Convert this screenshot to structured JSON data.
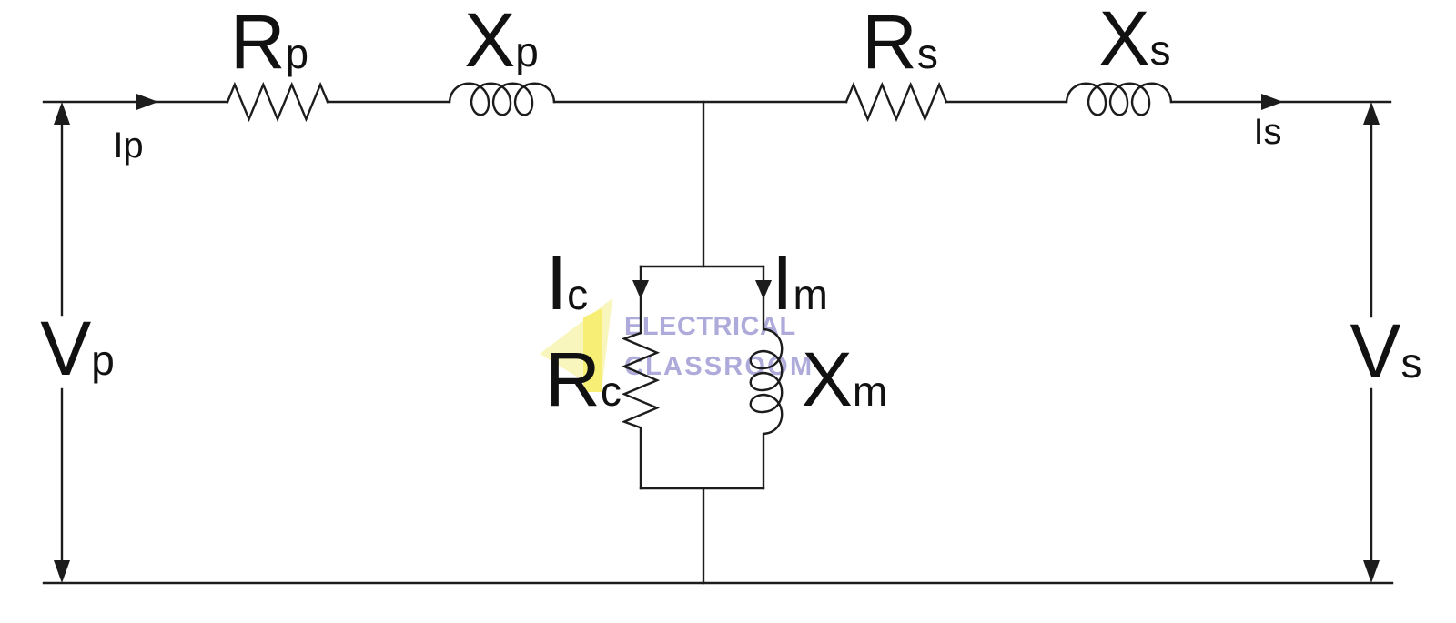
{
  "colors": {
    "wire": "#1c1c1c",
    "background": "#ffffff",
    "watermark_text": "#a6a2d8",
    "logo_pale_yellow": "#f9f6bd",
    "logo_yellow": "#f6ee75"
  },
  "labels": {
    "primary_winding_resistance": {
      "base": "R",
      "sub": "p"
    },
    "primary_leakage_reactance": {
      "base": "X",
      "sub": "p"
    },
    "secondary_winding_resistance": {
      "base": "R",
      "sub": "s"
    },
    "secondary_leakage_reactance": {
      "base": "X",
      "sub": "s"
    },
    "primary_current": {
      "text": "Ip"
    },
    "secondary_current": {
      "text": "Is"
    },
    "primary_voltage": {
      "base": "V",
      "sub": "p"
    },
    "secondary_voltage": {
      "base": "V",
      "sub": "s"
    },
    "core_loss_current": {
      "base": "I",
      "sub": "c"
    },
    "magnetizing_current": {
      "base": "I",
      "sub": "m"
    },
    "core_loss_resistance": {
      "base": "R",
      "sub": "c"
    },
    "magnetizing_reactance": {
      "base": "X",
      "sub": "m"
    }
  },
  "watermark": {
    "line1": "ELECTRICAL",
    "line2": "CLASSROOM"
  }
}
